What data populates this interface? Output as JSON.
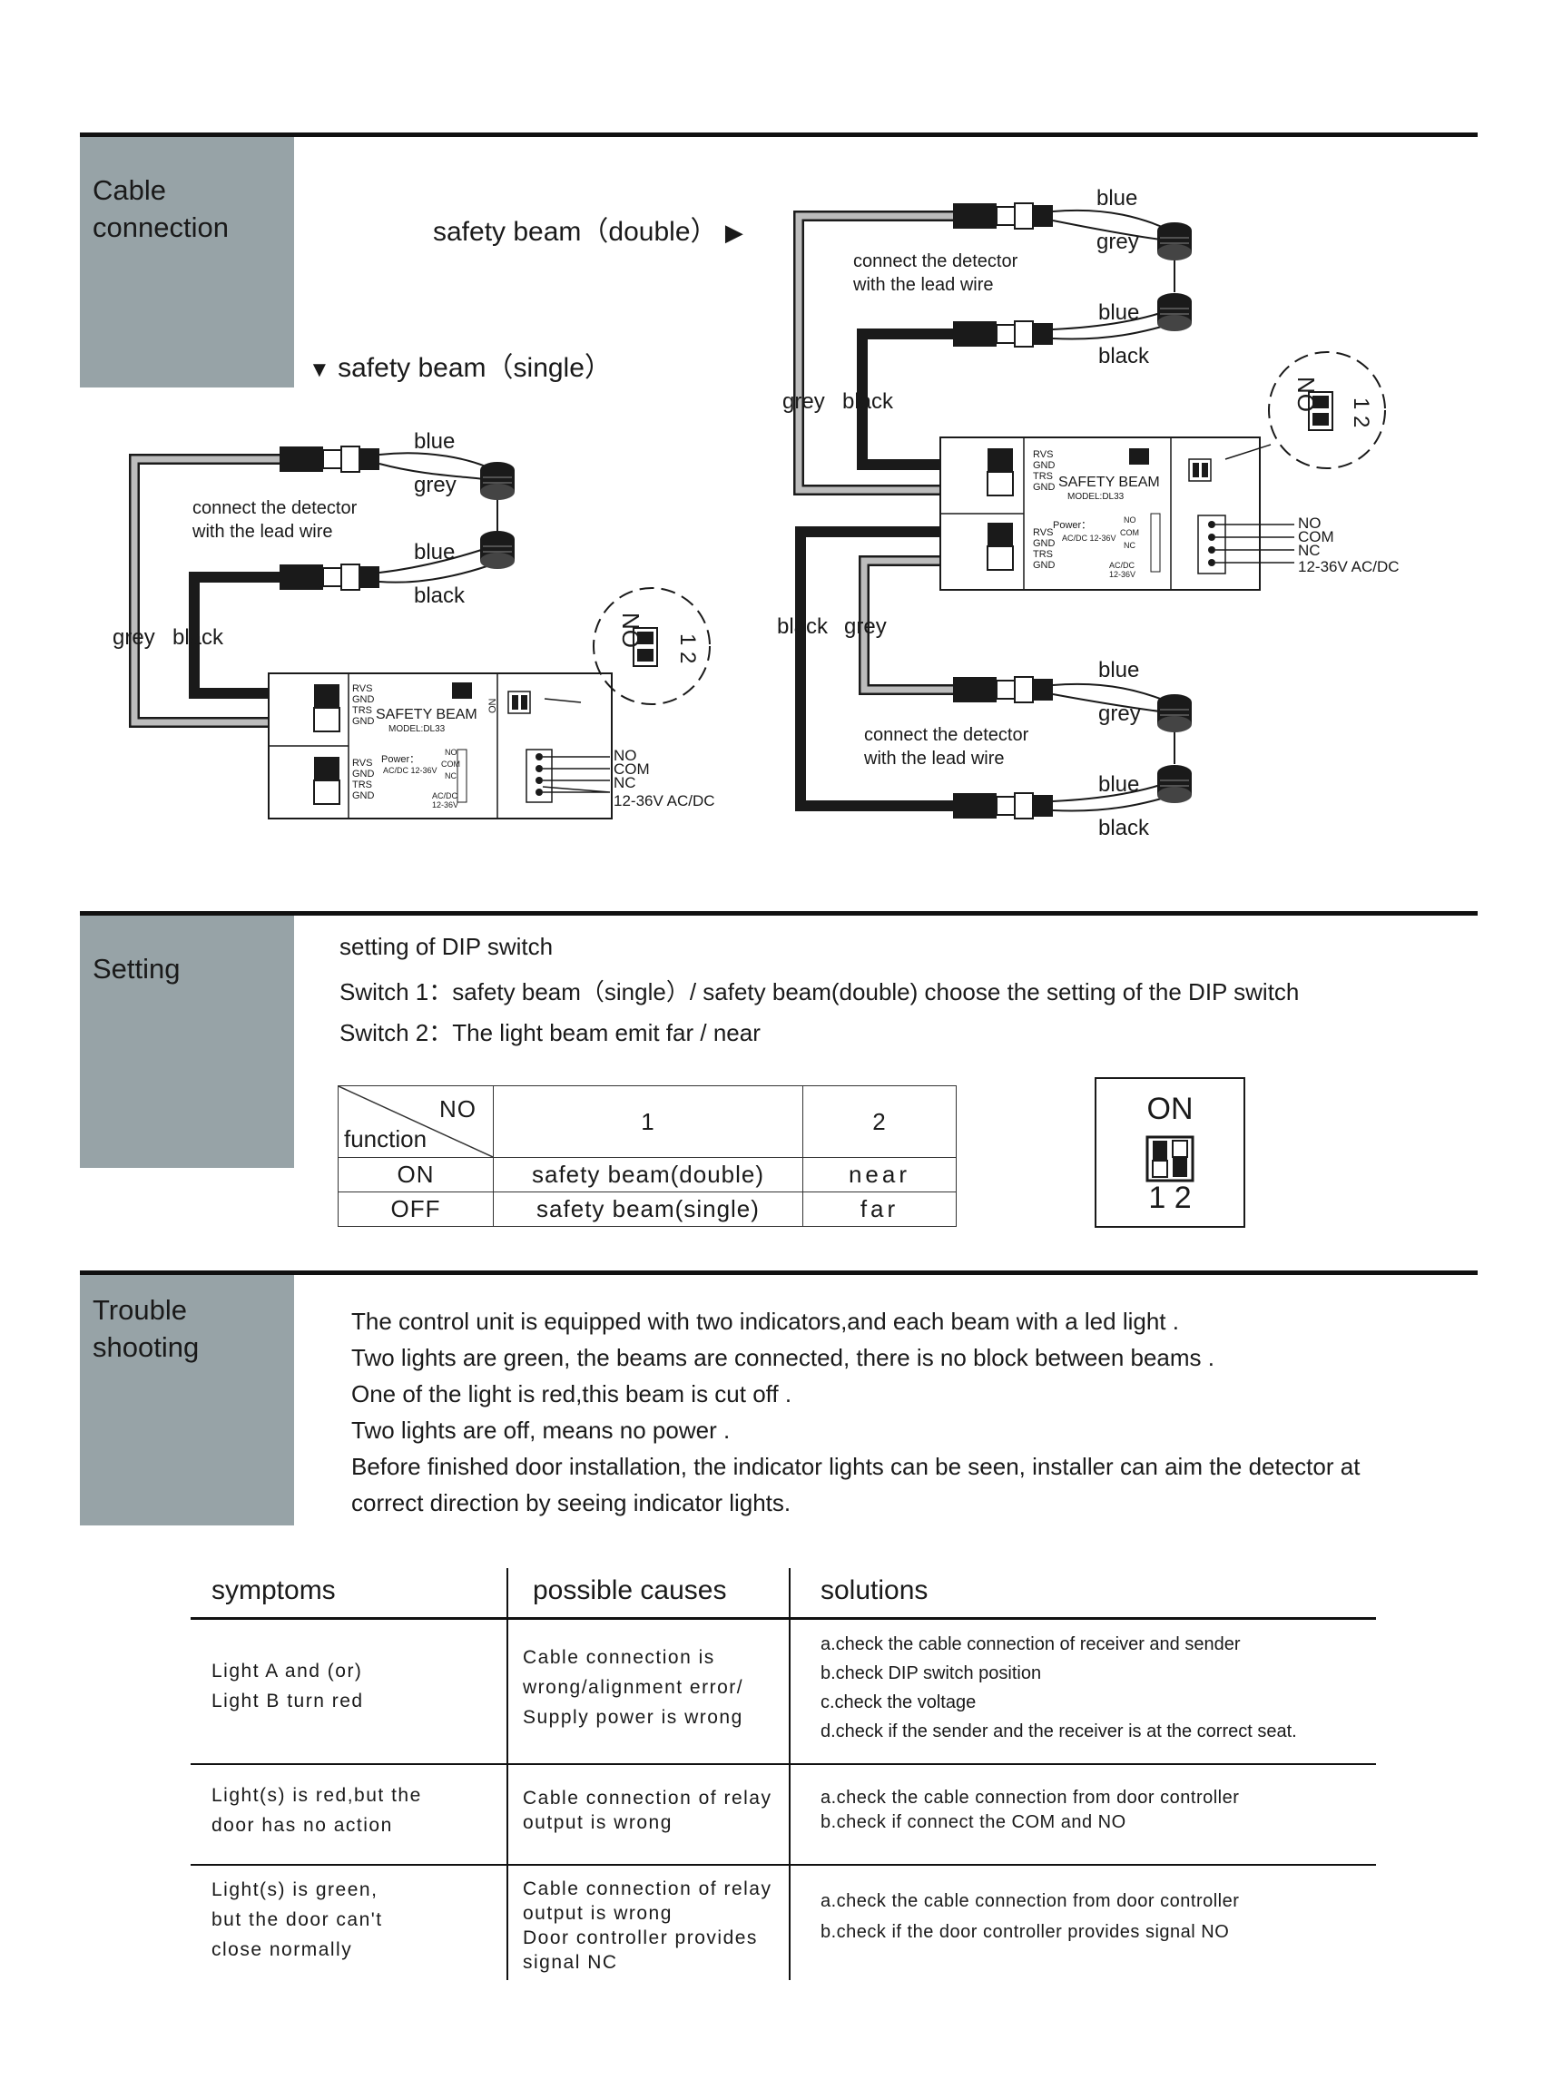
{
  "sections": {
    "cable": {
      "title_line1": "Cable",
      "title_line2": "connection"
    },
    "setting": {
      "title": "Setting"
    },
    "trouble": {
      "title_line1": "Trouble",
      "title_line2": "shooting"
    }
  },
  "diagram": {
    "double_heading": "safety beam（double）",
    "single_heading": "safety beam（single）",
    "connect_line1": "connect the detector",
    "connect_line2": "with the lead wire",
    "wire_blue": "blue",
    "wire_grey": "grey",
    "wire_black": "black",
    "panel_title": "SAFETY  BEAM",
    "panel_model": "MODEL:DL33",
    "term_rvs": "RVS",
    "term_gnd": "GND",
    "term_trs": "TRS",
    "power_label": "Power：",
    "power_range": "AC/DC  12-36V",
    "out_no": "NO",
    "out_com": "COM",
    "out_nc": "NC",
    "out_acdc": "AC/DC",
    "out_range": "12-36V",
    "supply_label": "12-36V  AC/DC",
    "dip_on": "ON",
    "dip_12": "1 2"
  },
  "setting": {
    "line1": "setting of DIP switch",
    "line2": "Switch 1：safety beam（single）/ safety beam(double) choose the setting of the DIP switch",
    "line3": "Switch 2：The light beam emit far / near",
    "table": {
      "corner_no": "NO",
      "corner_function": "function",
      "col1": "1",
      "col2": "2",
      "rows": [
        {
          "state": "ON",
          "c1": "safety beam(double)",
          "c2": "near"
        },
        {
          "state": "OFF",
          "c1": "safety beam(single)",
          "c2": "far"
        }
      ]
    },
    "switch_on": "ON",
    "switch_numbers": "1 2"
  },
  "trouble": {
    "paragraph": [
      "The control unit is equipped with two indicators,and each beam with a led light .",
      "Two lights are green, the beams are connected, there is no block between beams .",
      "One of the light is red,this beam is cut off .",
      "Two lights are off, means no power .",
      "Before finished door installation, the indicator lights can be seen, installer can aim the detector at",
      "correct direction by seeing indicator lights."
    ],
    "headers": {
      "symptoms": "symptoms",
      "causes": "possible causes",
      "solutions": "solutions"
    },
    "rows": [
      {
        "symptom": [
          "Light A and (or)",
          "Light B turn red"
        ],
        "cause": [
          "Cable connection is",
          "wrong/alignment error/",
          "Supply power is wrong"
        ],
        "solution": [
          "a.check the cable connection of receiver and sender",
          "b.check DIP switch position",
          "c.check the voltage",
          "d.check if the sender and the receiver is at the correct seat."
        ]
      },
      {
        "symptom": [
          "Light(s) is red,but the",
          "door has no action"
        ],
        "cause": [
          "Cable connection of relay",
          "output is wrong"
        ],
        "solution": [
          "a.check the cable connection from door controller",
          "b.check if connect the COM and NO"
        ]
      },
      {
        "symptom": [
          "Light(s) is green,",
          "but the door can't",
          "close normally"
        ],
        "cause": [
          "Cable connection of relay",
          "output is wrong",
          "Door controller provides",
          "signal NC"
        ],
        "solution": [
          "a.check the cable connection from door controller",
          "b.check if the door controller provides signal NO"
        ]
      }
    ]
  }
}
